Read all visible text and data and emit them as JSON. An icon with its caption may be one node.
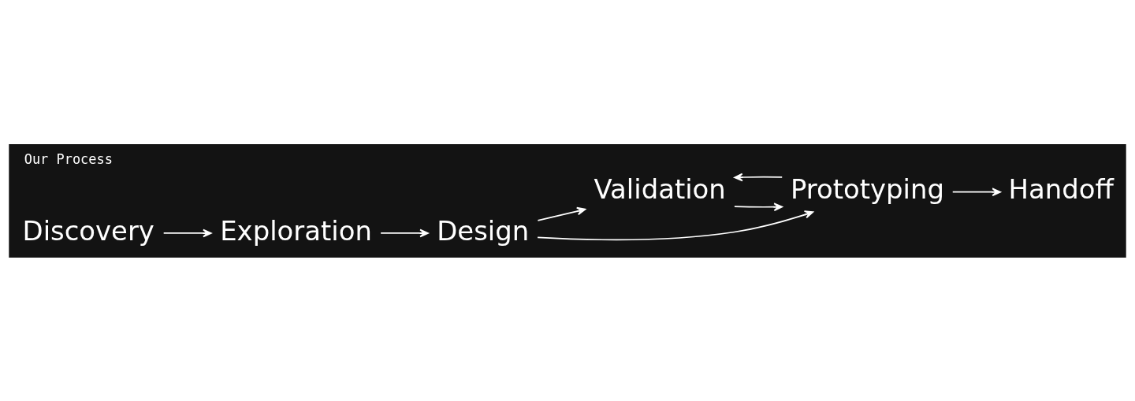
{
  "diagram": {
    "title": "Our Process",
    "nodes": [
      {
        "text": [
          "Discovery"
        ]
      },
      {
        "text": [
          "Exploration"
        ]
      },
      {
        "text": [
          "Design"
        ]
      },
      {
        "text": [
          "Validation"
        ]
      },
      {
        "text": [
          "Prototyping"
        ]
      },
      {
        "text": [
          "Handoff"
        ]
      }
    ],
    "edges": [
      {
        "from": 0,
        "to": 1,
        "arrow": "to"
      },
      {
        "from": 1,
        "to": 2,
        "arrow": "to"
      },
      {
        "from": 2,
        "to": 3,
        "arrow": "to"
      },
      {
        "from": 3,
        "to": 4,
        "arrow": "to"
      },
      {
        "from": 2,
        "to": 4,
        "arrow": "to"
      },
      {
        "from": 4,
        "to": 3,
        "arrow": "to"
      },
      {
        "from": 4,
        "to": 5,
        "arrow": "to"
      }
    ]
  }
}
